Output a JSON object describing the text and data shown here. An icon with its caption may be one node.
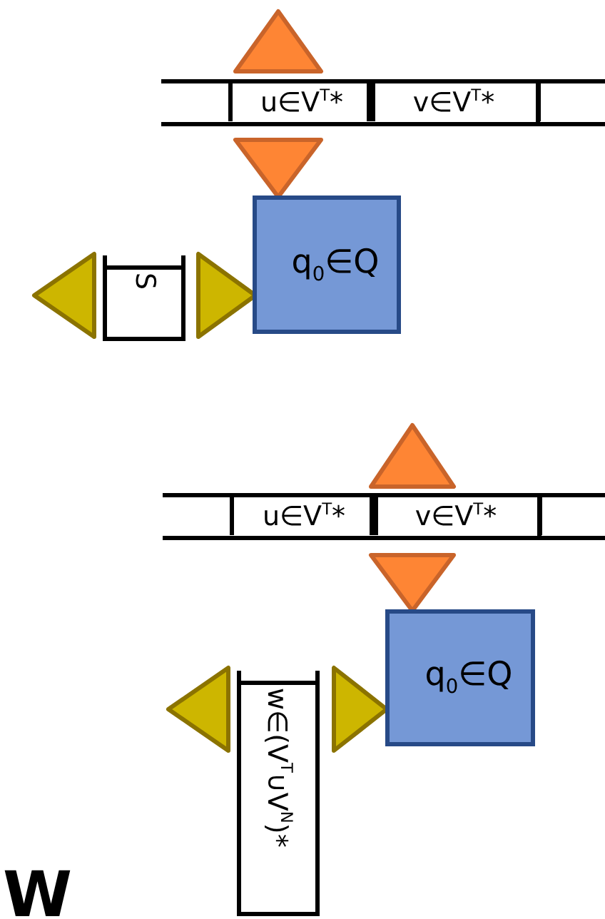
{
  "diagram": {
    "nodes": [
      {
        "text": [
          "u∈V$^{T}$*"
        ]
      },
      {
        "text": [
          "v∈V$^{T}$*"
        ]
      },
      {
        "text": [
          "q$_{0}$∈Q"
        ]
      },
      {
        "text": [
          "S"
        ]
      },
      {
        "text": [
          "u∈V$^{T}$*"
        ]
      },
      {
        "text": [
          "v∈V$^{T}$*"
        ]
      },
      {
        "text": [
          "q$_{0}$∈Q"
        ]
      },
      {
        "text": [
          "w∈(V$^{T}$∪V$^{N}$)*"
        ]
      }
    ],
    "labels": [
      "W"
    ]
  }
}
